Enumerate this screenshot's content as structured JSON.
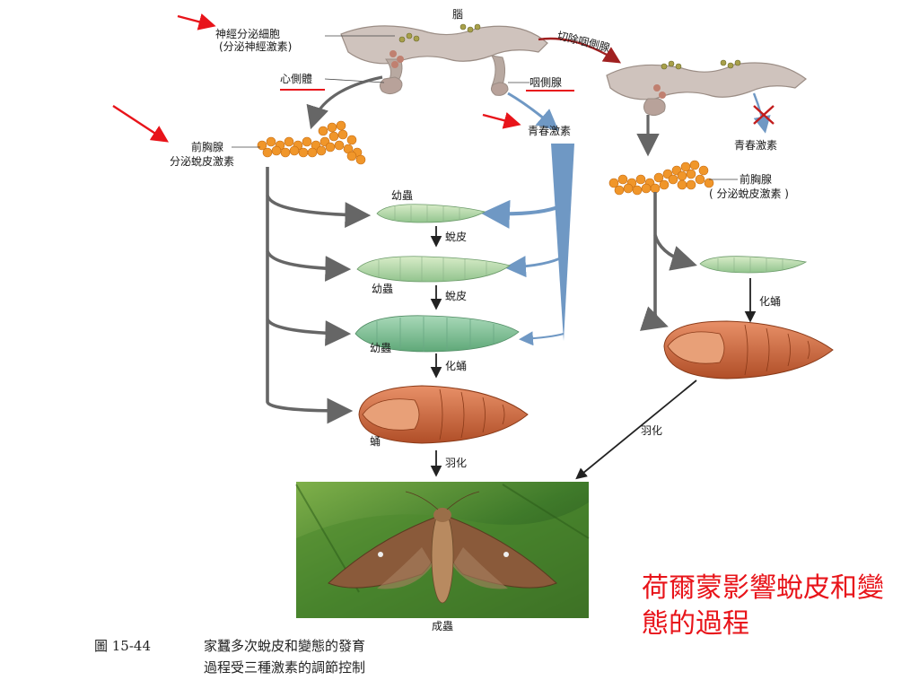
{
  "labels": {
    "brain": "腦",
    "neurosecretory_cells": "神經分泌細胞",
    "neurosecretory_hormone": "(分泌神經激素)",
    "corpora_cardiaca": "心側體",
    "corpora_allata": "咽側腺",
    "cut_allata": "切除咽側腺",
    "juvenile_hormone": "青春激素",
    "juvenile_hormone_right": "青春激素",
    "prothoracic_gland": "前胸腺",
    "secretes_ecdysone": "分泌蛻皮激素",
    "prothoracic_gland_right": "前胸腺",
    "secretes_ecdysone_right": "( 分泌蛻皮激素 )",
    "larva_1": "幼蟲",
    "molt_1": "蛻皮",
    "larva_2": "幼蟲",
    "molt_2": "蛻皮",
    "larva_3": "幼蟲",
    "pupate": "化蛹",
    "pupa": "蛹",
    "eclosion": "羽化",
    "pupate_right": "化蛹",
    "eclosion_right": "羽化",
    "adult": "成蟲"
  },
  "caption": {
    "figure_number": "圖 15-44",
    "line1": "家蠶多次蛻皮和變態的發育",
    "line2": "過程受三種激素的調節控制"
  },
  "note": "荷爾蒙影響蛻皮和變態的過程",
  "colors": {
    "accent_red": "#e8141a",
    "hormone_blue": "#6f98c4",
    "pathway_gray": "#666666",
    "egg_orange": "#f0962a",
    "pupa_brown": "#c4643a",
    "larva_green": "#8cc48c"
  }
}
